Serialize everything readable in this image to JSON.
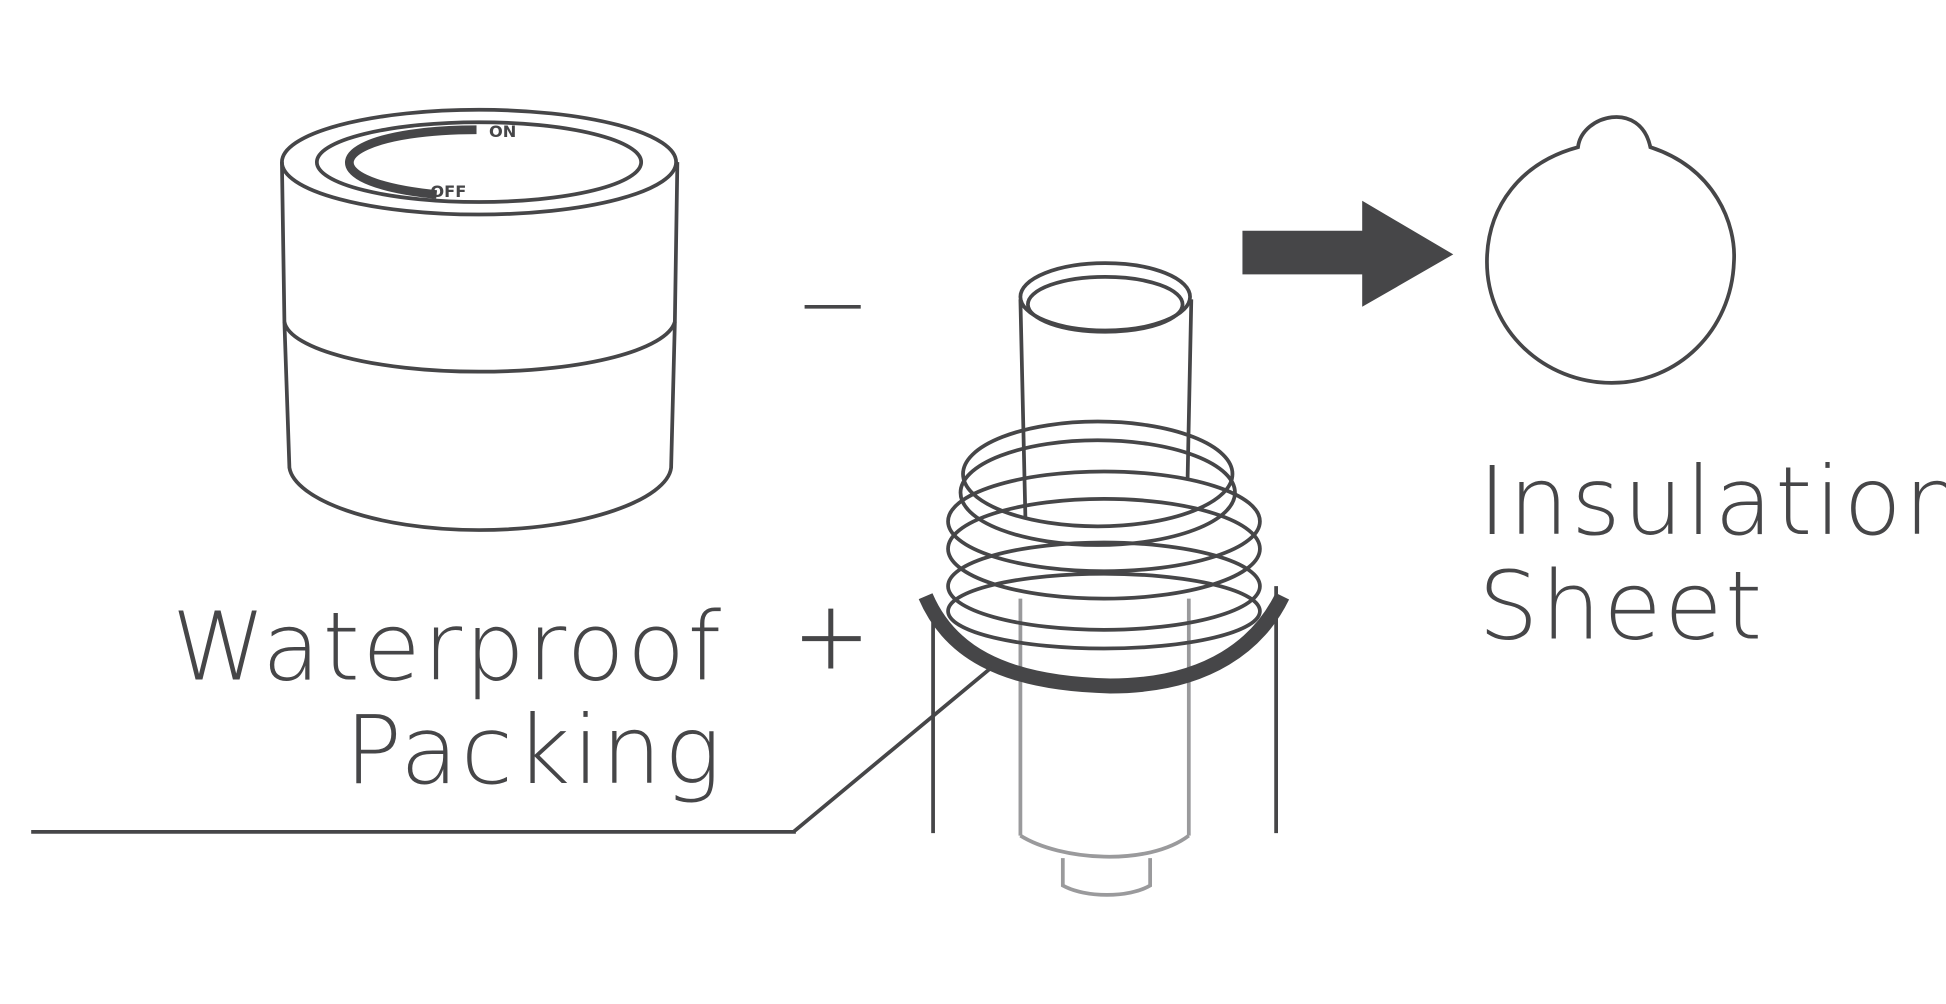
{
  "labels": {
    "waterproof_line1": "Waterproof",
    "waterproof_line2": "Packing",
    "insulation_line1": "Insulation",
    "insulation_line2": "Sheet",
    "minus": "–",
    "plus": "+"
  },
  "knob": {
    "on": "ON",
    "off": "OFF"
  },
  "colors": {
    "stroke": "#464648",
    "shaft": "#9a9a9c"
  }
}
